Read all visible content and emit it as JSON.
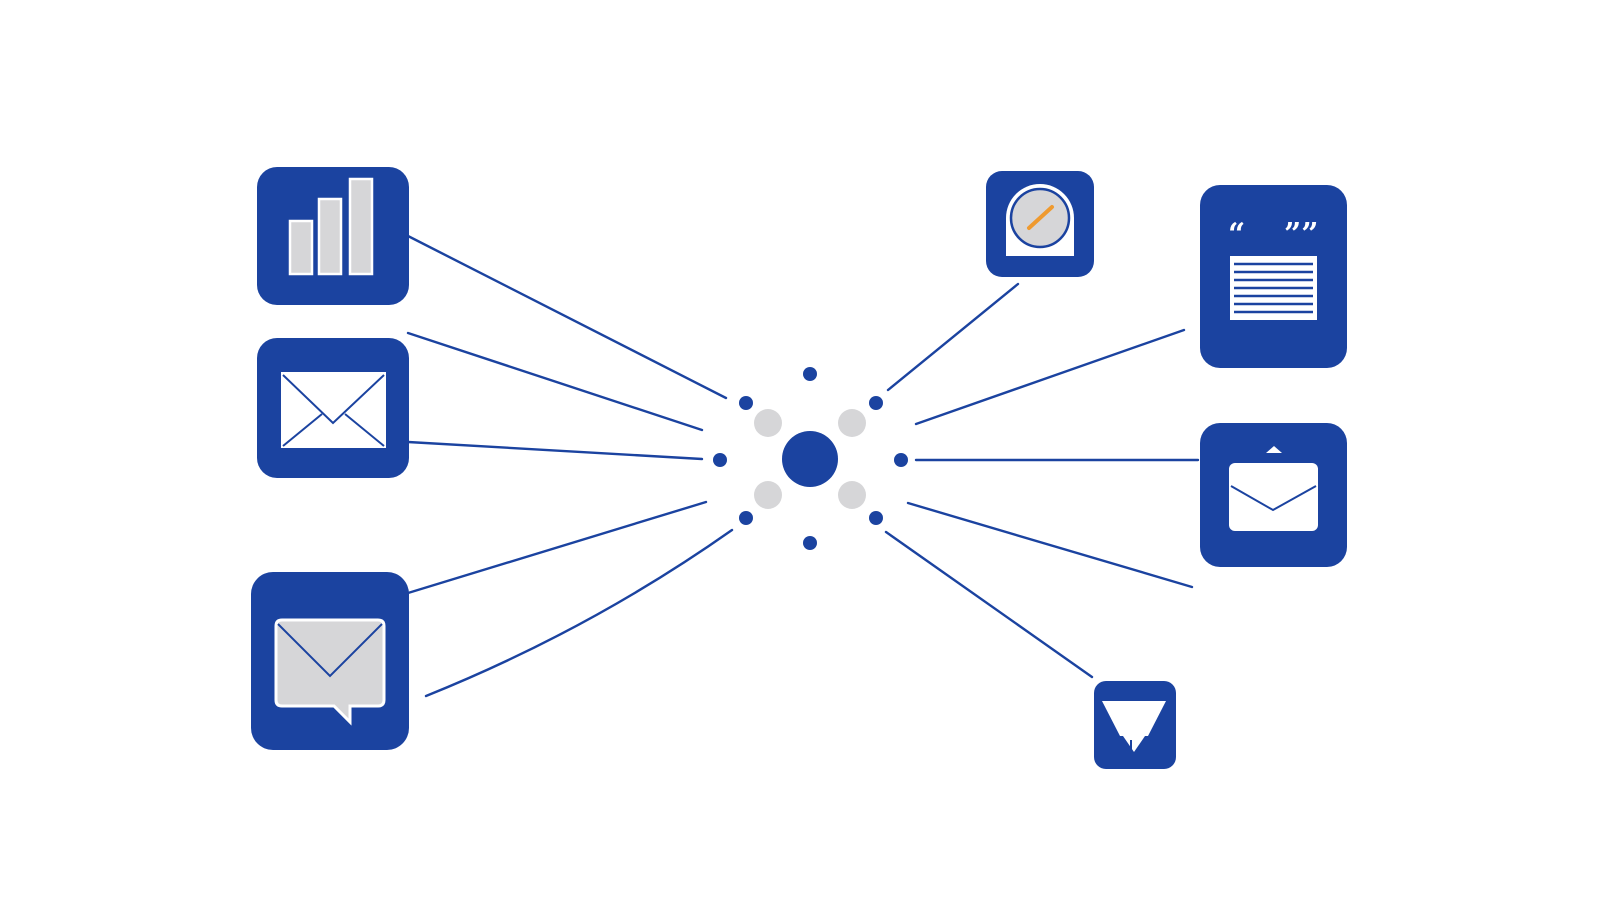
{
  "colors": {
    "primary": "#1b43a0",
    "background": "#ffffff",
    "light_fill": "#d6d6d8",
    "tile_icon_white": "#ffffff",
    "accent_orange": "#ef9a2f"
  },
  "hub": {
    "icon": "central-hub-node",
    "inner_dots": 4,
    "outer_dots": 8
  },
  "nodes": [
    {
      "name": "bar-chart-tile",
      "icon": "bar-chart-icon",
      "side": "left"
    },
    {
      "name": "envelope-tile",
      "icon": "envelope-icon",
      "side": "left"
    },
    {
      "name": "chat-message-tile",
      "icon": "chat-bubble-envelope-icon",
      "side": "left"
    },
    {
      "name": "gauge-tile",
      "icon": "speedometer-gauge-icon",
      "side": "right"
    },
    {
      "name": "quote-document-tile",
      "icon": "quote-document-icon",
      "side": "right"
    },
    {
      "name": "inbox-tile",
      "icon": "inbox-envelope-icon",
      "side": "right"
    },
    {
      "name": "funnel-tile",
      "icon": "funnel-filter-icon",
      "side": "right"
    }
  ],
  "quote_marks": {
    "open": "“",
    "close": "””"
  }
}
